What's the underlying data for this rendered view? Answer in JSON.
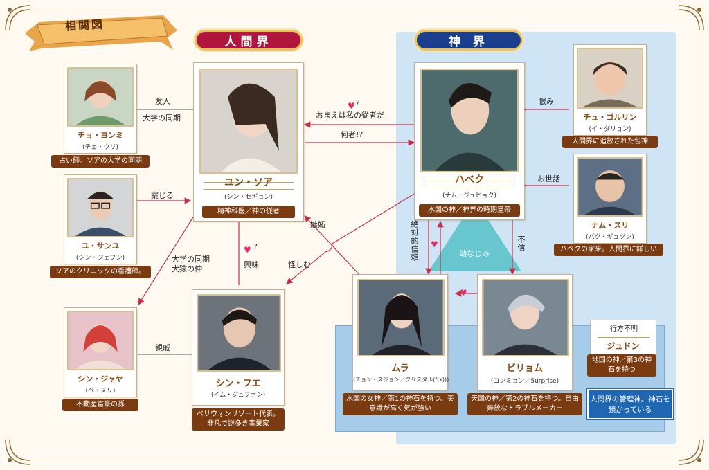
{
  "header": {
    "ribbon_title": "相関図"
  },
  "realms": {
    "human": "人間界",
    "god": "神 界"
  },
  "characters": {
    "yoonsoa": {
      "name": "ユン・ソア",
      "actor": "(シン・セギョン)",
      "role": "精神科医／神の従者"
    },
    "habek": {
      "name": "ハベク",
      "actor": "(ナム・ジュヒョク)",
      "role": "水国の神／神界の時期皇帝"
    },
    "hoo": {
      "name": "シン・フエ",
      "actor": "(イム・ジュファン)",
      "role": "ベリウォンリゾート代表。非凡で謎多き事業家"
    },
    "yonmi": {
      "name": "チョ・ヨンミ",
      "actor": "(チェ・ウリ)",
      "role": "占い師。ソアの大学の同期"
    },
    "sangyu": {
      "name": "ユ・サンユ",
      "actor": "(シン・ジェフン)",
      "role": "ソアのクリニックの看護師。"
    },
    "jaya": {
      "name": "シン・ジャヤ",
      "actor": "(ペ・ヌリ)",
      "role": "不動産富豪の孫"
    },
    "goorin": {
      "name": "チュ・ゴルリン",
      "actor": "(イ・ダリョン)",
      "role": "人間界に追放された包神"
    },
    "namsuri": {
      "name": "ナム・スリ",
      "actor": "(パク・ギュソン)",
      "role": "ハベクの家来。人間界に詳しい"
    },
    "mura": {
      "name": "ムラ",
      "actor": "(チョン・スジョン／クリスタル(f(x)))",
      "role": "水国の女神／第1の神石を持つ。美意識が高く気が強い"
    },
    "biryom": {
      "name": "ビリョム",
      "actor": "(コンミョン／5urprise)",
      "role": "天国の神／第2の神石を持つ。自由奔放なトラブルメーカー"
    },
    "judon": {
      "status": "行方不明",
      "name": "ジュドン",
      "role": "地国の神／第3の神石を持つ"
    }
  },
  "relations": {
    "friend": "友人",
    "uni_classmate": "大学の同期",
    "worry": "案じる",
    "uni_classmate_2": "大学の同期",
    "bad_terms": "犬猿の仲",
    "relative": "親戚",
    "interest": "興味",
    "suspicious": "怪しむ",
    "jealousy": "嫉妬",
    "you_are_my_servant": "おまえは私の従者だ",
    "who_are_you": "何者!?",
    "grudge": "恨み",
    "caretaking": "お世話",
    "absolute_trust": "絶対的信頼",
    "distrust": "不信",
    "childhood_friends": "幼なじみ",
    "question_mark": "?"
  },
  "admin_note": "人間界の管理神。神石を預かっている",
  "colors": {
    "human_banner": "#b0153d",
    "god_banner": "#1c3f8d",
    "role_bg": "#7a3b10",
    "arrow_red": "#c5304f",
    "heart": "#e0306a"
  }
}
